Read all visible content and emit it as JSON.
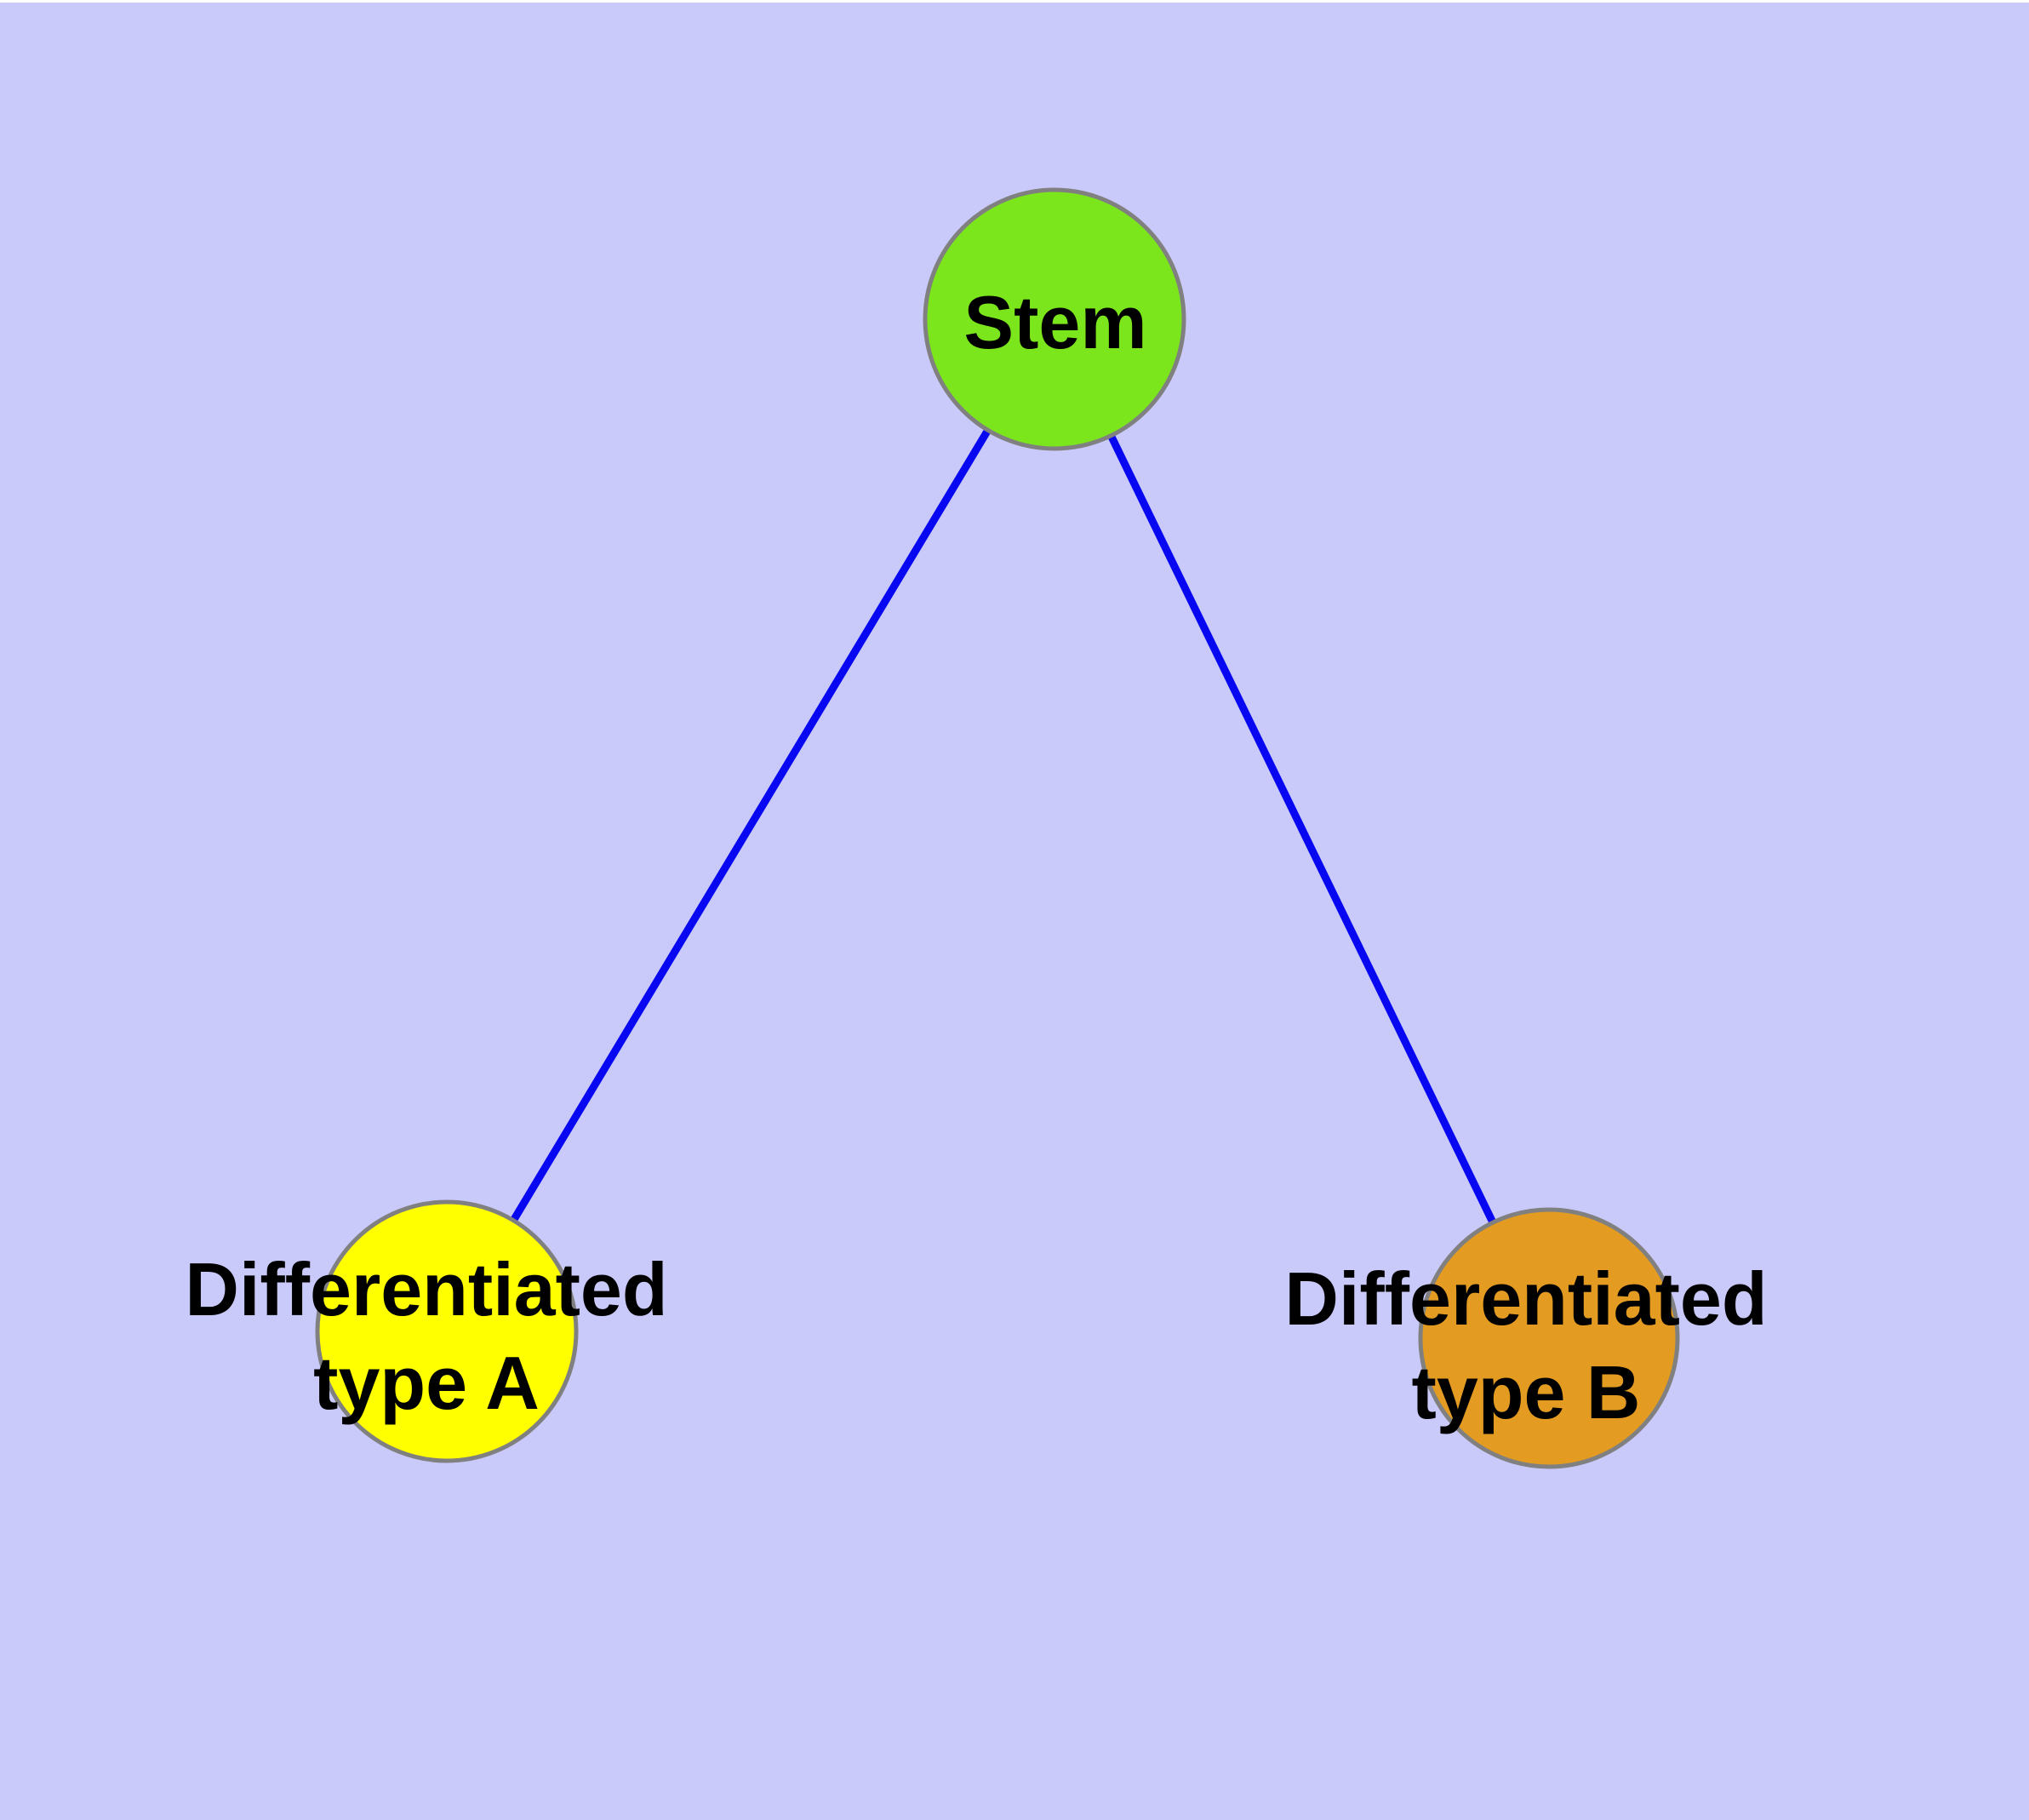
{
  "diagram": {
    "type": "node-link-graph",
    "description": "Stem cell differentiation diagram",
    "colors": {
      "background": "#cacafa",
      "top_margin": "#ffffff",
      "edge": "#0707f2",
      "node_border": "#808080",
      "label_text": "#000000",
      "stem_fill": "#7ce61c",
      "type_a_fill": "#ffff00",
      "type_b_fill": "#e39b21"
    },
    "nodes": {
      "stem": {
        "label": "Stem"
      },
      "type_a": {
        "label_line1": "Differentiated",
        "label_line2": "type A"
      },
      "type_b": {
        "label_line1": "Differentiated",
        "label_line2": "type B"
      }
    },
    "edges": [
      {
        "from": "Stem",
        "to": "Differentiated type A"
      },
      {
        "from": "Stem",
        "to": "Differentiated type B"
      }
    ]
  }
}
